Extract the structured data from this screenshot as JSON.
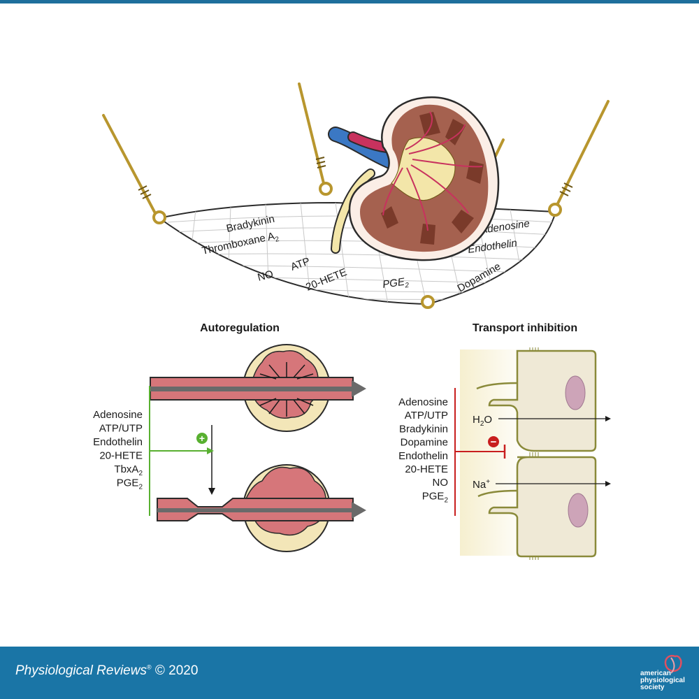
{
  "hammock": {
    "labels": {
      "bradykinin": "Bradykinin",
      "thromboxane": "Thromboxane A",
      "thromboxane_sub": "2",
      "no": "NO",
      "atp": "ATP",
      "hete": "20-HETE",
      "pge": "PGE",
      "pge_sub": "2",
      "adenosine": "Adenosine",
      "endothelin": "Endothelin",
      "dopamine": "Dopamine"
    }
  },
  "autoregulation": {
    "title": "Autoregulation",
    "plus_symbol": "+",
    "factors": [
      {
        "text": "Adenosine",
        "sub": ""
      },
      {
        "text": "ATP/UTP",
        "sub": ""
      },
      {
        "text": "Endothelin",
        "sub": ""
      },
      {
        "text": "20-HETE",
        "sub": ""
      },
      {
        "text": "TbxA",
        "sub": "2"
      },
      {
        "text": "PGE",
        "sub": "2"
      }
    ]
  },
  "transport": {
    "title": "Transport inhibition",
    "minus_symbol": "−",
    "factors": [
      {
        "text": "Adenosine",
        "sub": ""
      },
      {
        "text": "ATP/UTP",
        "sub": ""
      },
      {
        "text": "Bradykinin",
        "sub": ""
      },
      {
        "text": "Dopamine",
        "sub": ""
      },
      {
        "text": "Endothelin",
        "sub": ""
      },
      {
        "text": "20-HETE",
        "sub": ""
      },
      {
        "text": "NO",
        "sub": ""
      },
      {
        "text": "PGE",
        "sub": "2"
      }
    ],
    "water": {
      "text": "H",
      "sub": "2",
      "tail": "O"
    },
    "sodium": {
      "text": "Na",
      "sup": "+"
    }
  },
  "footer": {
    "journal": "Physiological Reviews",
    "registered": "®",
    "copyright": "© 2020",
    "society_line1": "american",
    "society_line2": "physiological",
    "society_line3": "society"
  },
  "colors": {
    "footer_bg": "#1a75a6",
    "vessel": "#d6767a",
    "vessel_wall": "#f3e6b8",
    "rope": "#b8962e",
    "stimulate": "#58b030",
    "inhibit": "#c81e1e",
    "cell": "#efe9d6",
    "lumen": "#f6efcf"
  }
}
